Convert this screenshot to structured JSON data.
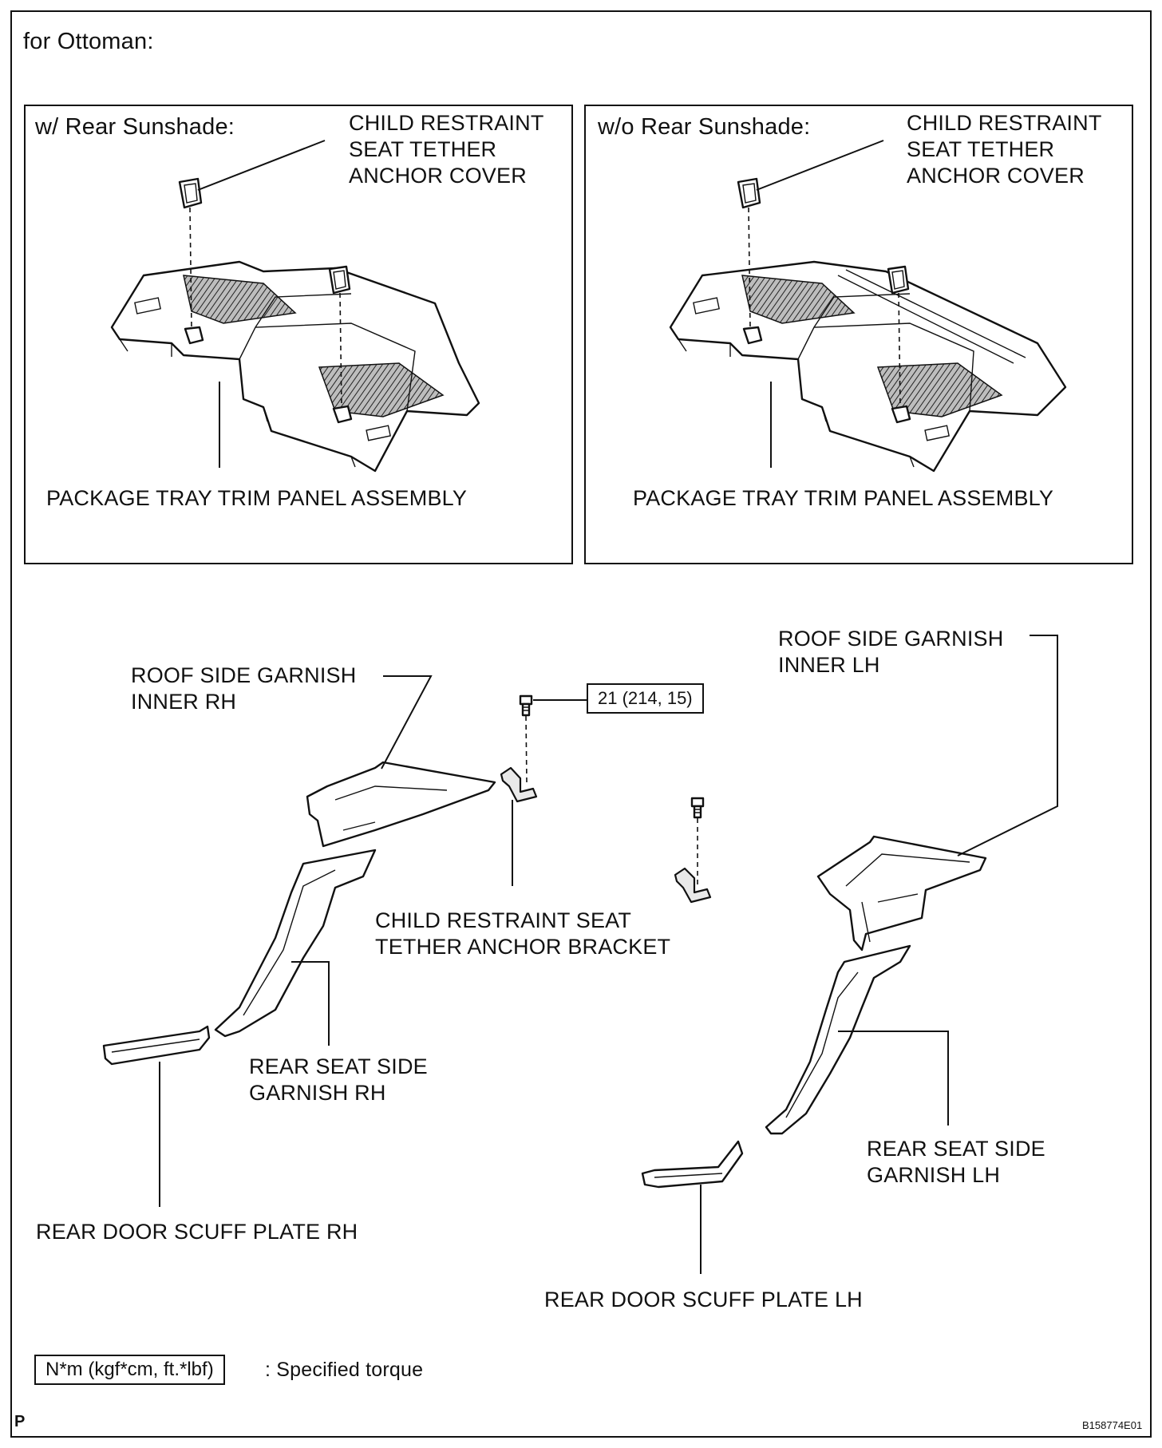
{
  "heading": "for Ottoman:",
  "panels": [
    {
      "variant": "w/ Rear Sunshade:",
      "cover_label": "CHILD RESTRAINT\nSEAT TETHER\nANCHOR COVER",
      "tray_label": "PACKAGE TRAY TRIM PANEL ASSEMBLY"
    },
    {
      "variant": "w/o Rear Sunshade:",
      "cover_label": "CHILD RESTRAINT\nSEAT TETHER\nANCHOR COVER",
      "tray_label": "PACKAGE TRAY TRIM PANEL ASSEMBLY"
    }
  ],
  "parts": {
    "roof_rh": "ROOF SIDE GARNISH\nINNER RH",
    "roof_lh": "ROOF SIDE GARNISH\nINNER LH",
    "bracket": "CHILD RESTRAINT SEAT\nTETHER ANCHOR BRACKET",
    "rear_seat_rh": "REAR SEAT SIDE\nGARNISH RH",
    "rear_seat_lh": "REAR SEAT SIDE\nGARNISH LH",
    "scuff_rh": "REAR DOOR SCUFF PLATE RH",
    "scuff_lh": "REAR DOOR SCUFF PLATE LH"
  },
  "torque_spec": "21 (214, 15)",
  "legend": {
    "unit_box": "N*m (kgf*cm, ft.*lbf)",
    "text": ": Specified torque"
  },
  "corner_mark": "P",
  "figure_code": "B158774E01"
}
